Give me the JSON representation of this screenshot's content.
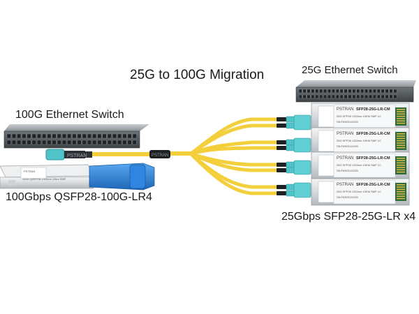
{
  "title": "25G to 100G Migration",
  "switch_100g": {
    "label": "100G Ethernet Switch"
  },
  "switch_25g": {
    "label": "25G Ethernet Switch"
  },
  "qsfp": {
    "label": "100Gbps QSFP28-100G-LR4",
    "module_text": [
      "100G QSFP28 1310nm 10km SMF",
      "PSTRAN"
    ]
  },
  "sfp": {
    "label": "25Gbps SFP28-25G-LR x4",
    "brand": "PSTRAN",
    "model": "SFP28-25G-LR-CM",
    "spec": "25G SFP28 1310nm 10KM SMF LC",
    "serial": "SN:F8303111200"
  },
  "cable": {
    "brand": "PSTRAN"
  },
  "colors": {
    "cable": "#f3cf3c",
    "connector_aqua": "#4fc3c8",
    "pull_tab": "#2b7fd6",
    "switch_body": "#5a5f63"
  }
}
